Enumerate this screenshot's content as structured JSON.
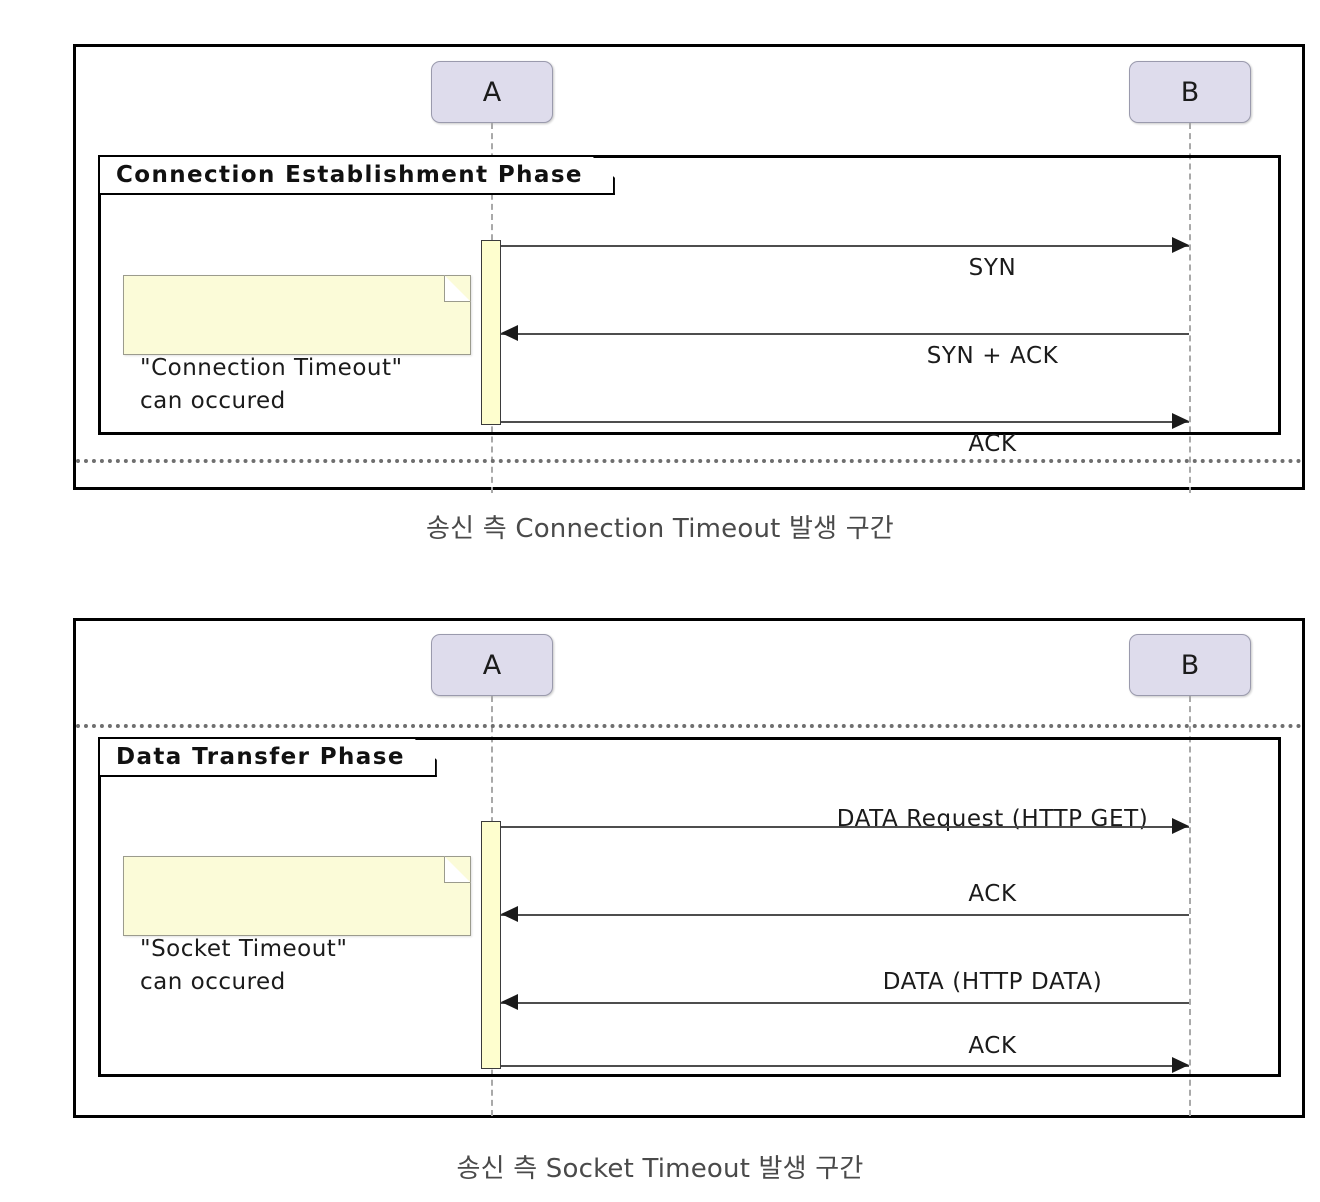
{
  "figures": [
    {
      "id": "connection-establishment",
      "participants": [
        {
          "name": "A"
        },
        {
          "name": "B"
        }
      ],
      "frame": {
        "label": "Connection Establishment Phase"
      },
      "note": {
        "text": "\"Connection Timeout\"\ncan occured"
      },
      "messages": [
        {
          "label": "SYN",
          "direction": "right"
        },
        {
          "label": "SYN + ACK",
          "direction": "left"
        },
        {
          "label": "ACK",
          "direction": "right"
        }
      ],
      "caption": "송신 측 Connection Timeout 발생 구간"
    },
    {
      "id": "data-transfer",
      "participants": [
        {
          "name": "A"
        },
        {
          "name": "B"
        }
      ],
      "frame": {
        "label": "Data Transfer Phase"
      },
      "note": {
        "text": "\"Socket Timeout\"\ncan occured"
      },
      "messages": [
        {
          "label": "DATA Request (HTTP GET)",
          "direction": "right"
        },
        {
          "label": "ACK",
          "direction": "left"
        },
        {
          "label": "DATA (HTTP DATA)",
          "direction": "left"
        },
        {
          "label": "ACK",
          "direction": "right"
        }
      ],
      "caption": "송신 측 Socket Timeout 발생 구간"
    }
  ],
  "colors": {
    "participant_fill": "#DEDCEC",
    "participant_border": "#9A9AAD",
    "activation_fill": "#FEFECE",
    "note_fill": "#FBFBD8",
    "note_border": "#9B9B8D",
    "frame_border": "#000000",
    "lifeline": "#A9A9A9",
    "message_line": "#4D4D4D",
    "caption_text": "#4A4A4A"
  }
}
